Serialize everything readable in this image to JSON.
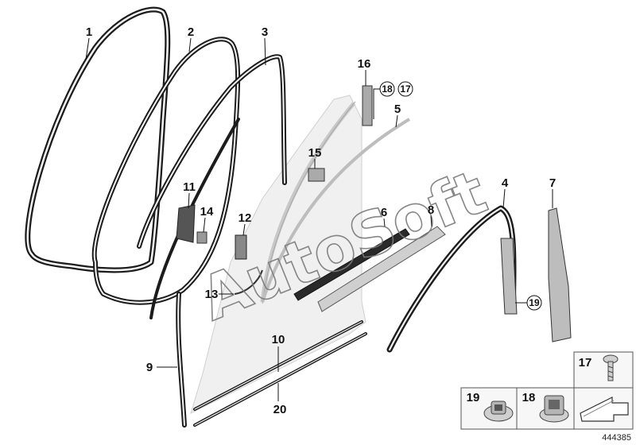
{
  "watermark": "AutoSoft",
  "diagram_id": "444385",
  "callouts": {
    "c1": "1",
    "c2": "2",
    "c3": "3",
    "c4": "4",
    "c5": "5",
    "c6": "6",
    "c7": "7",
    "c8": "8",
    "c9": "9",
    "c10": "10",
    "c11": "11",
    "c12": "12",
    "c13": "13",
    "c14": "14",
    "c15": "15",
    "c16": "16",
    "c18a": "18",
    "c17a": "17",
    "c19a": "19",
    "c20": "20"
  },
  "legend": {
    "item17": "17",
    "item19": "19",
    "item18": "18"
  },
  "colors": {
    "seal": "#1c1c1c",
    "part_fill": "#bdbdbd",
    "panel": "#f0f0f0",
    "watermark": "#7a7a7a"
  }
}
